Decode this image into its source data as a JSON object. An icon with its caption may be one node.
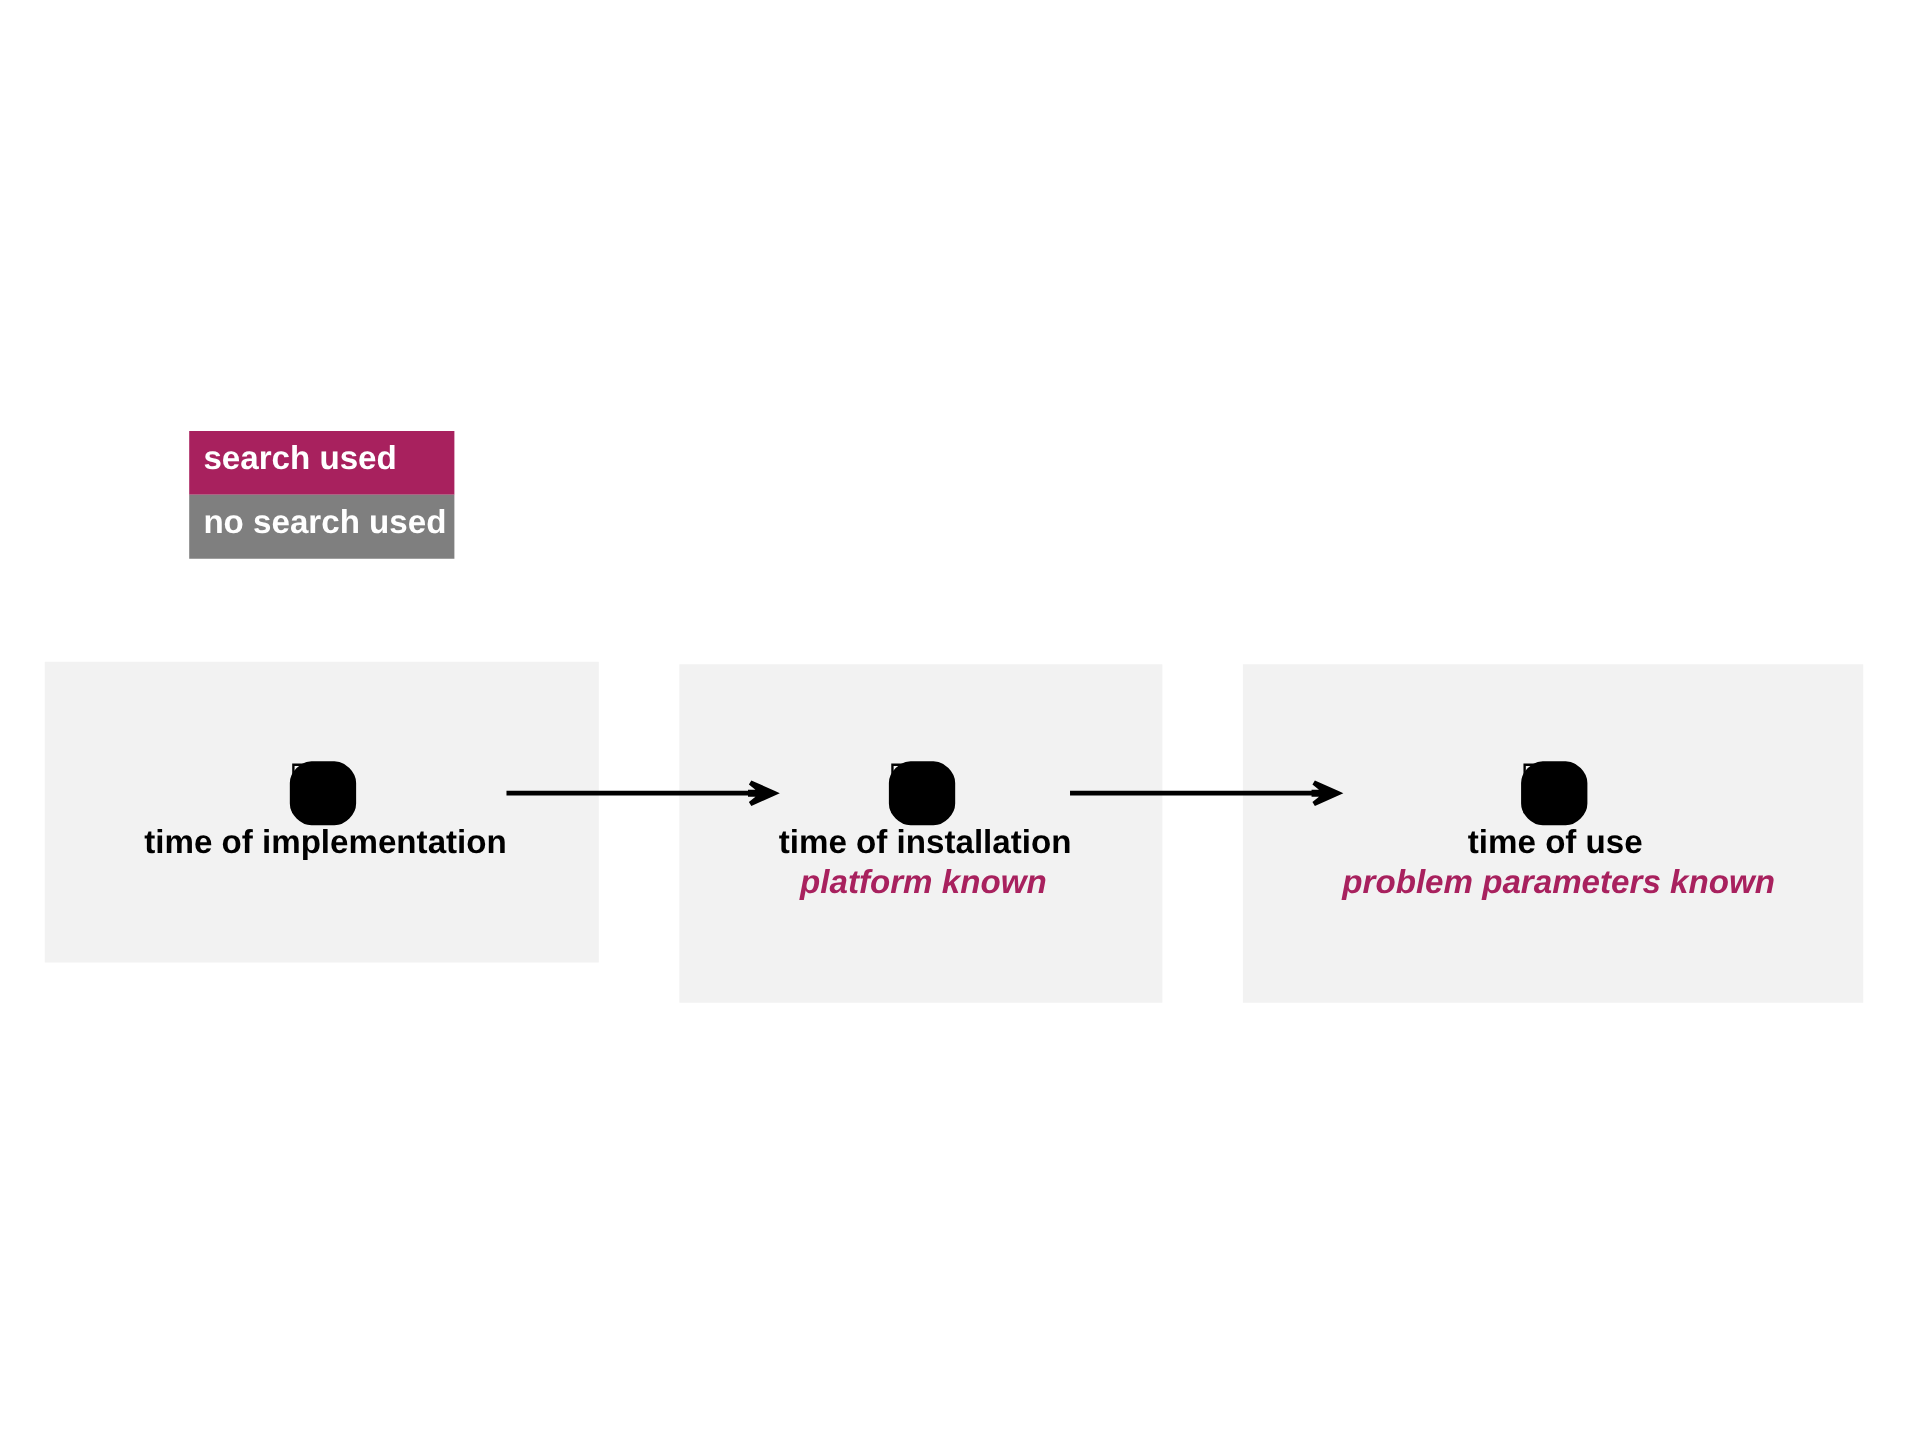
{
  "diagram": {
    "nodes": [
      {
        "text": [],
        "shape": "box"
      },
      {
        "text": [
          "time of implementation"
        ],
        "in": 0
      },
      {
        "text": [],
        "shape": "box"
      },
      {
        "text": [
          "time of installation",
          "platform known"
        ],
        "in": 2
      },
      {
        "text": [],
        "shape": "box"
      },
      {
        "text": [
          "time of use",
          "problem parameters known"
        ],
        "in": 4
      }
    ],
    "edges": [
      {
        "from": 1,
        "to": 3,
        "arrow": "to"
      },
      {
        "from": 3,
        "to": 5,
        "arrow": "to"
      }
    ],
    "legend": [
      {
        "text": "search used",
        "color": "#a8215e"
      },
      {
        "text": "no search used",
        "color": "#7f7f7f"
      }
    ]
  }
}
